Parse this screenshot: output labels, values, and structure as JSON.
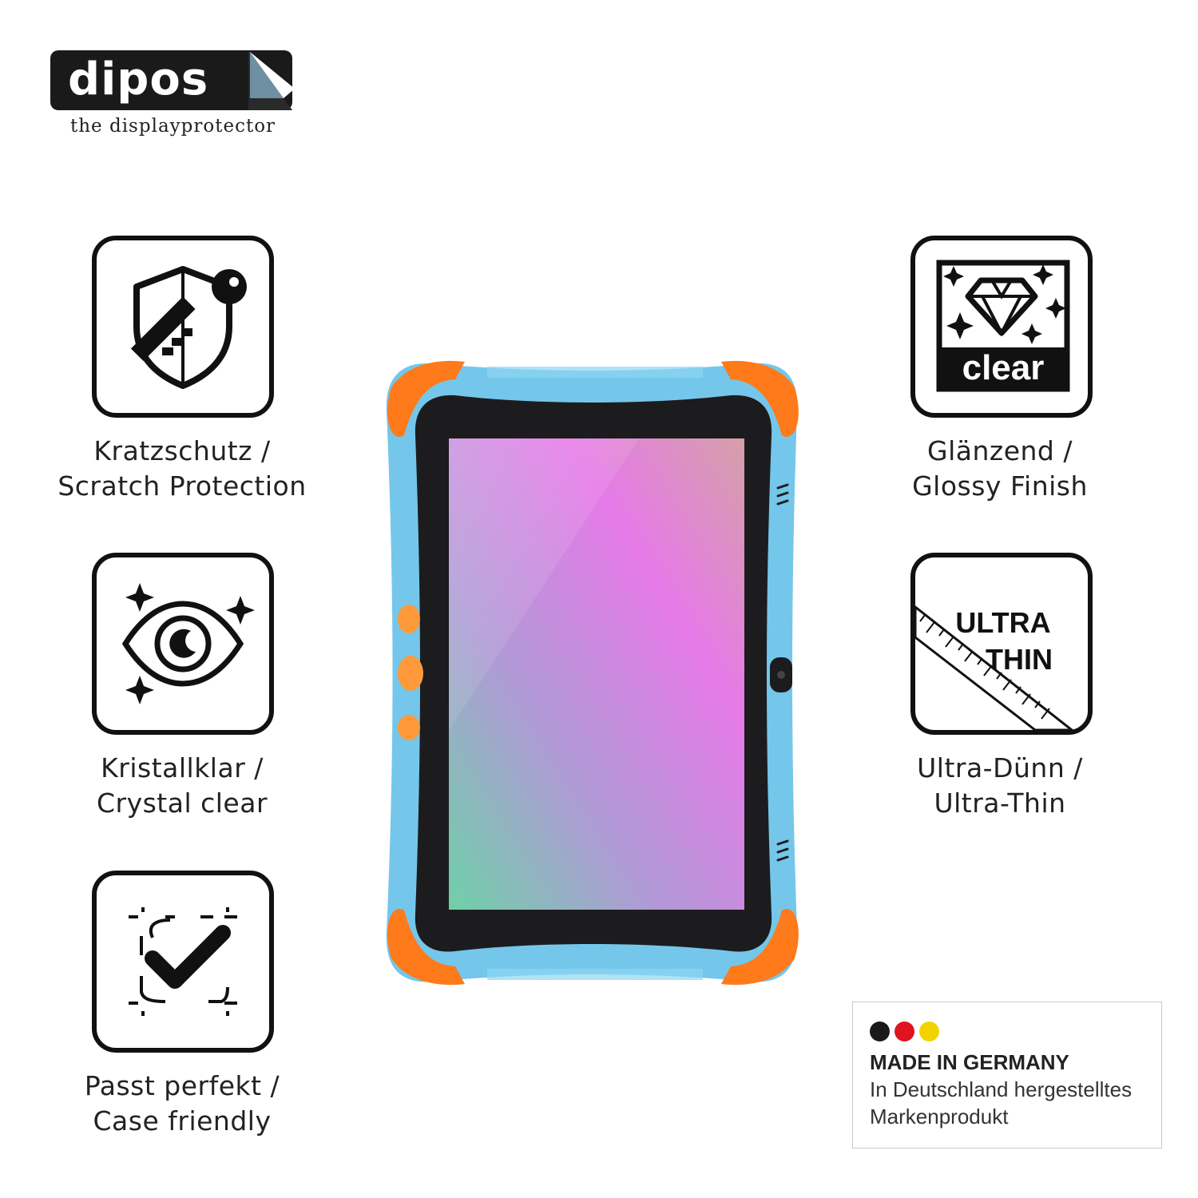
{
  "brand": {
    "name": "dipos",
    "tagline": "the displayprotector"
  },
  "features": {
    "scratch": {
      "line1": "Kratzschutz /",
      "line2": "Scratch Protection",
      "icon": "shield-key-icon"
    },
    "crystal": {
      "line1": "Kristallklar /",
      "line2": "Crystal clear",
      "icon": "sparkle-eye-icon"
    },
    "case": {
      "line1": "Passt perfekt /",
      "line2": "Case friendly",
      "icon": "check-frame-icon"
    },
    "glossy": {
      "line1": "Glänzend /",
      "line2": "Glossy Finish",
      "icon": "diamond-clear-icon",
      "badge": "clear"
    },
    "thin": {
      "line1": "Ultra-Dünn /",
      "line2": "Ultra-Thin",
      "icon": "ruler-ultra-thin-icon",
      "badge_line1": "ULTRA",
      "badge_line2": "THIN"
    }
  },
  "made_in": {
    "title": "MADE IN GERMANY",
    "line1": "In Deutschland hergestelltes",
    "line2": "Markenprodukt",
    "flag_colors": [
      "#1a1a1a",
      "#e0141e",
      "#f2d300"
    ]
  },
  "colors": {
    "tablet_frame": "#74c7ea",
    "bumper": "#ff7a1a",
    "screen_gradient": [
      "#6fd0a8",
      "#b09ad6",
      "#e67ae8",
      "#d4a0a8"
    ]
  }
}
